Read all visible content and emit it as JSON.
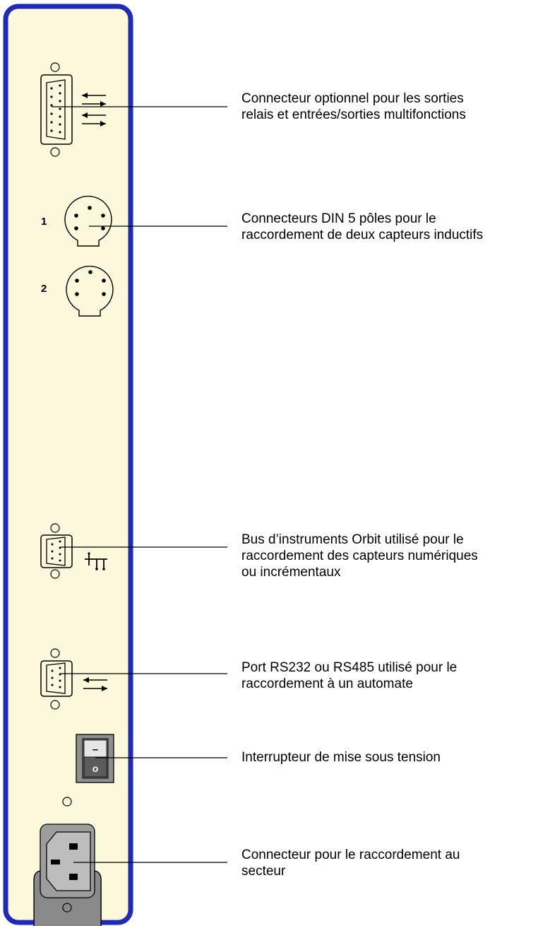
{
  "panel": {
    "colors": {
      "frame": "#1f2bb8",
      "panel_fill": "#fbf8dc",
      "mains_socket": "#8a8a8a",
      "switch": "#8f8f8f",
      "connector_line": "#000000"
    },
    "sensor_numbers": [
      "1",
      "2"
    ],
    "switch_marks": [
      "–",
      "o"
    ]
  },
  "callouts": [
    {
      "id": "relay",
      "lines": [
        "Connecteur optionnel pour les sorties",
        "relais et entrées/sorties multifonctions"
      ]
    },
    {
      "id": "din",
      "lines": [
        "Connecteurs DIN 5 pôles pour le",
        "raccordement de deux capteurs inductifs"
      ]
    },
    {
      "id": "orbit",
      "lines": [
        "Bus d’instruments Orbit utilisé pour le",
        "raccordement des capteurs numériques",
        "ou incrémentaux"
      ]
    },
    {
      "id": "rs232",
      "lines": [
        "Port RS232 ou RS485 utilisé pour le",
        "raccordement à un automate"
      ]
    },
    {
      "id": "switch",
      "lines": [
        "Interrupteur de mise sous tension"
      ]
    },
    {
      "id": "mains",
      "lines": [
        "Connecteur pour le raccordement au",
        "secteur"
      ]
    }
  ]
}
